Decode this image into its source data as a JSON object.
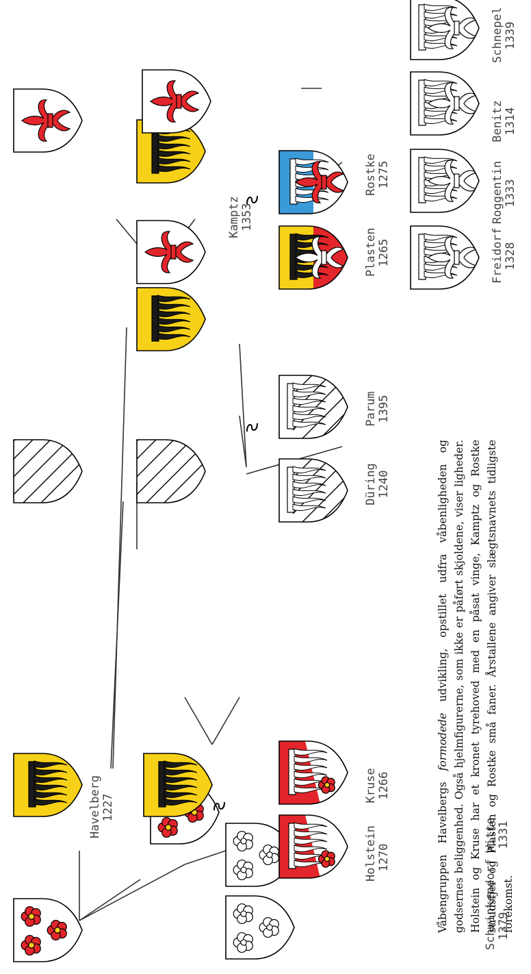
{
  "colors": {
    "red": "#e2262b",
    "yellow": "#f7d117",
    "blue": "#3b9ad8",
    "black": "#1a1a1a",
    "white": "#ffffff",
    "line": "#333333"
  },
  "tree": {
    "Schwinkendorf": "Schwinkendorf",
    "Schwinkendorf_year": "1379",
    "Witte": "Witte",
    "Witte_year": "1331",
    "Havelberg": "Havelberg",
    "Havelberg_year": "1227",
    "Holstein": "Holstein",
    "Holstein_year": "1270",
    "Kruse": "Kruse",
    "Kruse_year": "1266",
    "During": "Düring",
    "During_year": "1240",
    "Parum": "Parum",
    "Parum_year": "1395",
    "Kamptz": "Kamptz",
    "Kamptz_year": "1353",
    "Plasten": "Plasten",
    "Plasten_year": "1265",
    "Rostke": "Rostke",
    "Rostke_year": "1275",
    "Freidorf": "Freidorf",
    "Freidorf_year": "1328",
    "Roggentin": "Roggentin",
    "Roggentin_year": "1333",
    "Benitz": "Benitz",
    "Benitz_year": "1314",
    "Schnepel": "Schnepel",
    "Schnepel_year": "1339"
  },
  "caption": {
    "t1": "Våbengruppen Havelbergs ",
    "t2": "formodede",
    "t3": " udvikling, opstillet udfra våbenligheden og godsernes beliggenhed. Også hjelmfigurerne, som ikke er påført skjoldene, viser ligheder. Holstein og Kruse har et kronet tyrehoved med en påsat vinge, Kamptz og Rostke strudsfjer og Plasten og Rostke små faner. Årstallene angiver slægtsnavnets tidligste forekomst."
  }
}
